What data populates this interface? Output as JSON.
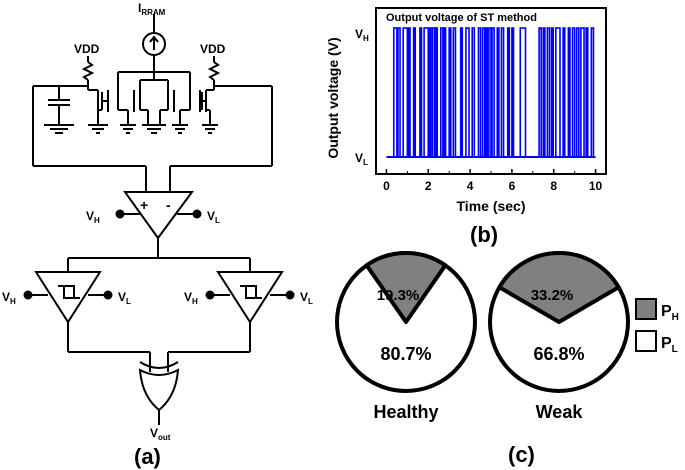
{
  "circuit": {
    "current_label": "I",
    "current_sub": "RRAM",
    "vdd_left": "VDD",
    "vdd_right": "VDD",
    "comp_plus": "+",
    "comp_minus": "-",
    "vh": "V",
    "vh_sub": "H",
    "vl": "V",
    "vl_sub": "L",
    "vout": "V",
    "vout_sub": "out",
    "panel_label": "(a)"
  },
  "waveform": {
    "panel_label": "(b)",
    "chart_data": {
      "type": "line",
      "title": "Output voltage of ST method",
      "xlabel": "Time (sec)",
      "ylabel": "Output voltage (V)",
      "xlim": [
        -0.5,
        10.5
      ],
      "xticks": [
        0,
        2,
        4,
        6,
        8,
        10
      ],
      "ytick_high": "V",
      "ytick_high_sub": "H",
      "ytick_low": "V",
      "ytick_low_sub": "L",
      "color": "#0000ff",
      "high_intervals": [
        [
          0.35,
          0.5
        ],
        [
          0.55,
          0.65
        ],
        [
          0.8,
          1.0
        ],
        [
          1.05,
          1.1
        ],
        [
          1.3,
          1.35
        ],
        [
          1.6,
          1.65
        ],
        [
          1.8,
          2.0
        ],
        [
          2.05,
          2.1
        ],
        [
          2.2,
          2.3
        ],
        [
          2.35,
          2.4
        ],
        [
          2.6,
          2.7
        ],
        [
          2.75,
          2.8
        ],
        [
          3.0,
          3.05
        ],
        [
          3.2,
          3.3
        ],
        [
          3.55,
          3.6
        ],
        [
          3.8,
          3.95
        ],
        [
          4.1,
          4.2
        ],
        [
          4.4,
          4.5
        ],
        [
          4.6,
          4.7
        ],
        [
          4.75,
          4.8
        ],
        [
          4.9,
          5.0
        ],
        [
          5.05,
          5.15
        ],
        [
          5.3,
          5.35
        ],
        [
          5.5,
          5.6
        ],
        [
          5.8,
          5.85
        ],
        [
          6.0,
          6.05
        ],
        [
          6.4,
          6.65
        ],
        [
          7.3,
          7.4
        ],
        [
          7.5,
          7.55
        ],
        [
          7.7,
          7.8
        ],
        [
          7.9,
          7.95
        ],
        [
          8.1,
          8.3
        ],
        [
          8.45,
          8.5
        ],
        [
          8.7,
          8.75
        ],
        [
          8.9,
          9.0
        ],
        [
          9.1,
          9.2
        ],
        [
          9.3,
          9.45
        ],
        [
          9.55,
          9.6
        ],
        [
          9.8,
          9.9
        ]
      ]
    }
  },
  "pies": {
    "panel_label": "(c)",
    "chart_data": [
      {
        "type": "pie",
        "title": "Healthy",
        "slices": [
          {
            "label": "19.3%",
            "value": 19.3,
            "color": "#808080"
          },
          {
            "label": "80.7%",
            "value": 80.7,
            "color": "#ffffff"
          }
        ]
      },
      {
        "type": "pie",
        "title": "Weak",
        "slices": [
          {
            "label": "33.2%",
            "value": 33.2,
            "color": "#808080"
          },
          {
            "label": "66.8%",
            "value": 66.8,
            "color": "#ffffff"
          }
        ]
      }
    ],
    "legend": [
      {
        "label": "P",
        "sub": "H",
        "color": "#808080"
      },
      {
        "label": "P",
        "sub": "L",
        "color": "#ffffff"
      }
    ]
  }
}
